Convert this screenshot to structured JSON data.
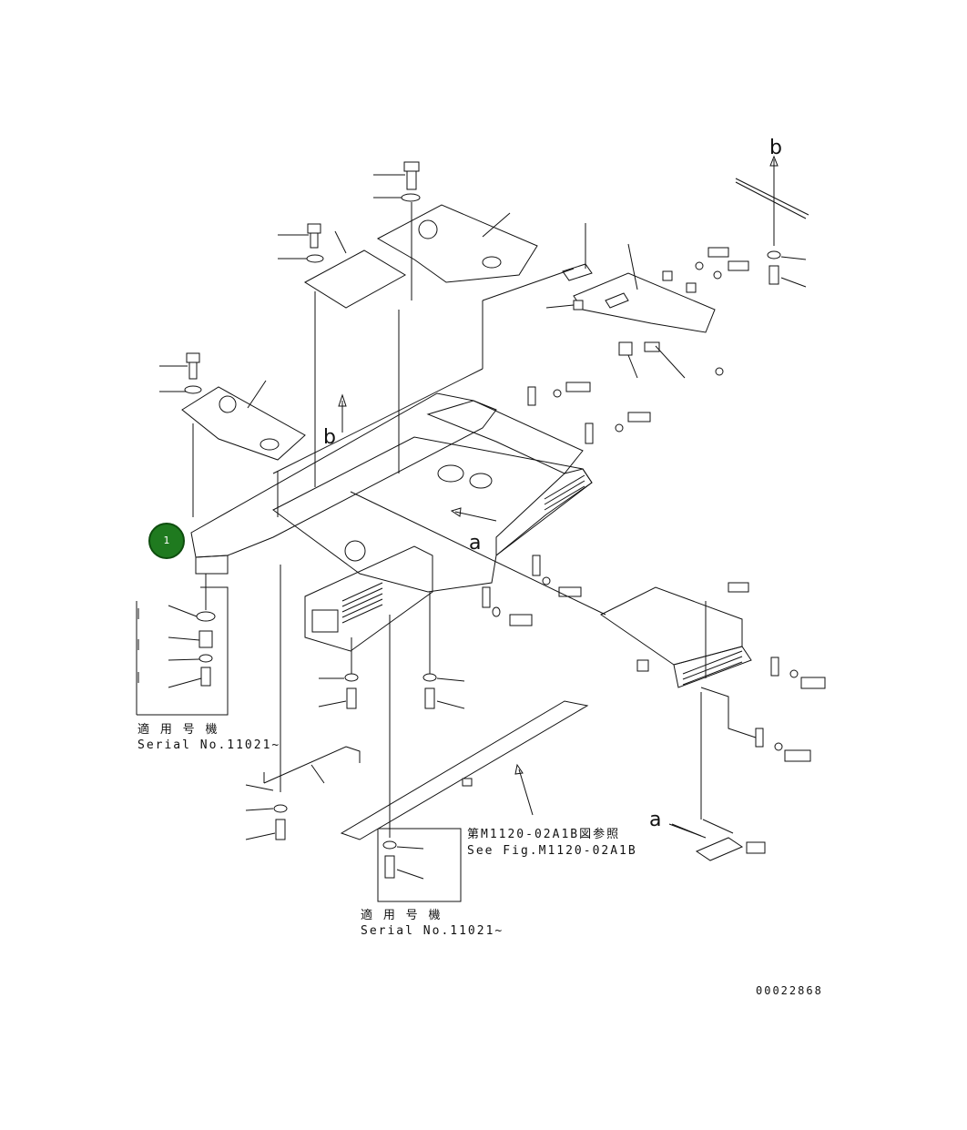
{
  "callout": {
    "number": "1",
    "color": "#1f7a1f"
  },
  "serial_note_left": {
    "line1": "適 用 号 機",
    "line2": "Serial No.11021~"
  },
  "serial_note_bottom": {
    "line1": "適 用 号 機",
    "line2": "Serial No.11021~"
  },
  "reference": {
    "line1": "第M1120-02A1B図参照",
    "line2": "See Fig.M1120-02A1B"
  },
  "view_letters": {
    "b_top": "b",
    "b_mid": "b",
    "a_mid": "a",
    "a_bottom": "a"
  },
  "drawing_number": "00022868"
}
